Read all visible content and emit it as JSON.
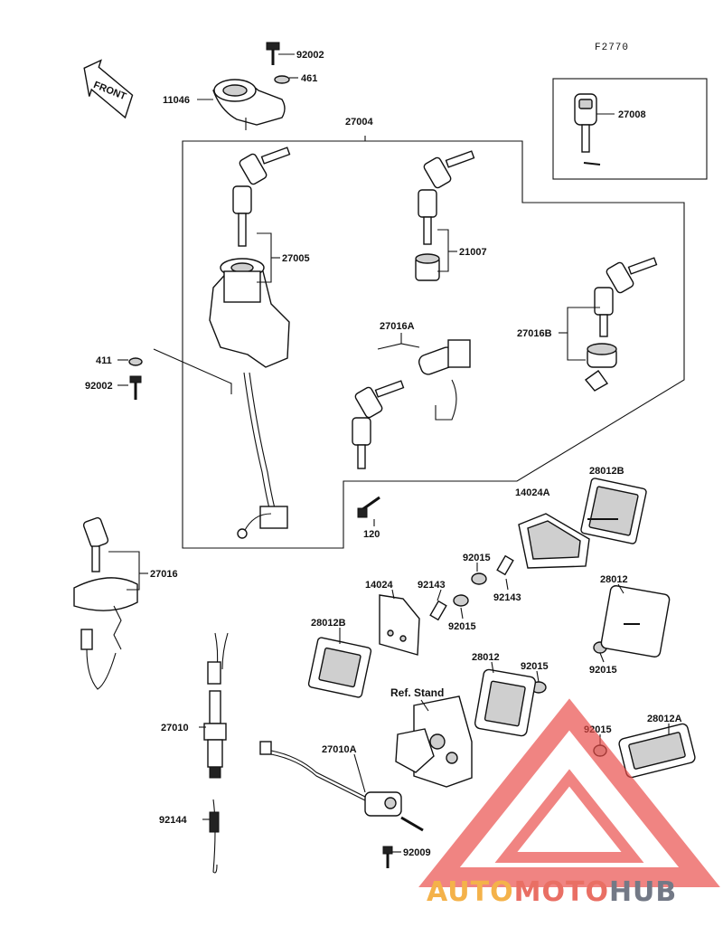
{
  "figure_code": "F2770",
  "front_label": "FRONT",
  "ref_stand_label": "Ref. Stand",
  "watermark": {
    "part1": "AUTO",
    "part2": "MOTO",
    "part3": "HUB",
    "colors": {
      "auto": "#f3a52b",
      "moto": "#e6564a",
      "hub": "#5b6272",
      "triangle": "#e84b47"
    }
  },
  "parts": {
    "p92002_top": "92002",
    "p461": "461",
    "p11046": "11046",
    "p27004": "27004",
    "p27008": "27008",
    "p27005": "27005",
    "p21007": "21007",
    "p27016B": "27016B",
    "p411": "411",
    "p92002_left": "92002",
    "p27016A": "27016A",
    "p120": "120",
    "p28012B_top": "28012B",
    "p14024A": "14024A",
    "p27016": "27016",
    "p92015_a": "92015",
    "p92143_a": "92143",
    "p92143_b": "92143",
    "p14024": "14024",
    "p28012_right": "28012",
    "p28012B_left": "28012B",
    "p92015_b": "92015",
    "p92015_c": "92015",
    "p28012_mid": "28012",
    "p92015_d": "92015",
    "p27010": "27010",
    "p92015_e": "92015",
    "p28012A": "28012A",
    "p27010A": "27010A",
    "p92144": "92144",
    "p92009": "92009"
  }
}
